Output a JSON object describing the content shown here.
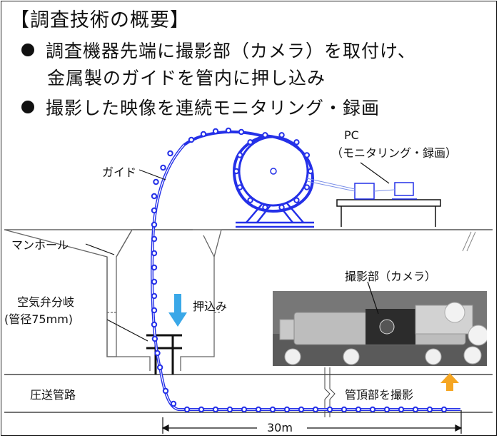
{
  "header": {
    "title": "【調査技術の概要】",
    "bullets": [
      "調査機器先端に撮影部（カメラ）を取付け、",
      "撮影した映像を連続モニタリング・録画"
    ],
    "bullet1_cont": "金属製のガイドを管内に押し込み"
  },
  "labels": {
    "pc": "PC",
    "pc_sub": "（モニタリング・録画）",
    "guide": "ガイド",
    "manhole": "マンホール",
    "air_valve": "空気弁分岐",
    "pipe_dia": "(管径75mm)",
    "push": "押込み",
    "camera": "撮影部（カメラ）",
    "pipe": "圧送管路",
    "shoot_top": "管頂部を撮影",
    "distance": "30m"
  },
  "colors": {
    "guide": "#2430e8",
    "push_arrow": "#3aa8e8",
    "up_arrow": "#f5a623"
  }
}
